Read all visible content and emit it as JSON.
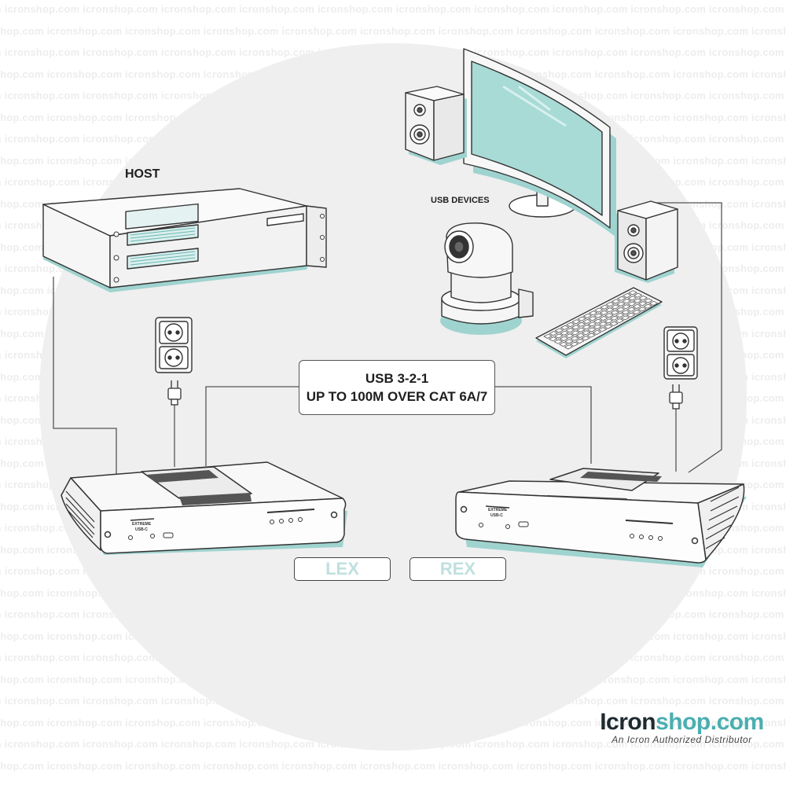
{
  "watermark": {
    "text": "icronshop.com"
  },
  "labels": {
    "host": "HOST",
    "usb_devices": "USB DEVICES",
    "spec_line1": "USB 3-2-1",
    "spec_line2": "UP TO 100M OVER CAT 6A/7",
    "lex": "LEX",
    "rex": "REX",
    "device_brand": "EXTREME",
    "device_model": "USB-C"
  },
  "brand": {
    "name_main": "Icron",
    "name_accent": "shop.com",
    "tagline": "An Icron Authorized Distributor"
  },
  "colors": {
    "teal": "#7fc7c3",
    "teal_light": "#bfe0de",
    "outline": "#333333",
    "background_circle": "#efefef"
  }
}
